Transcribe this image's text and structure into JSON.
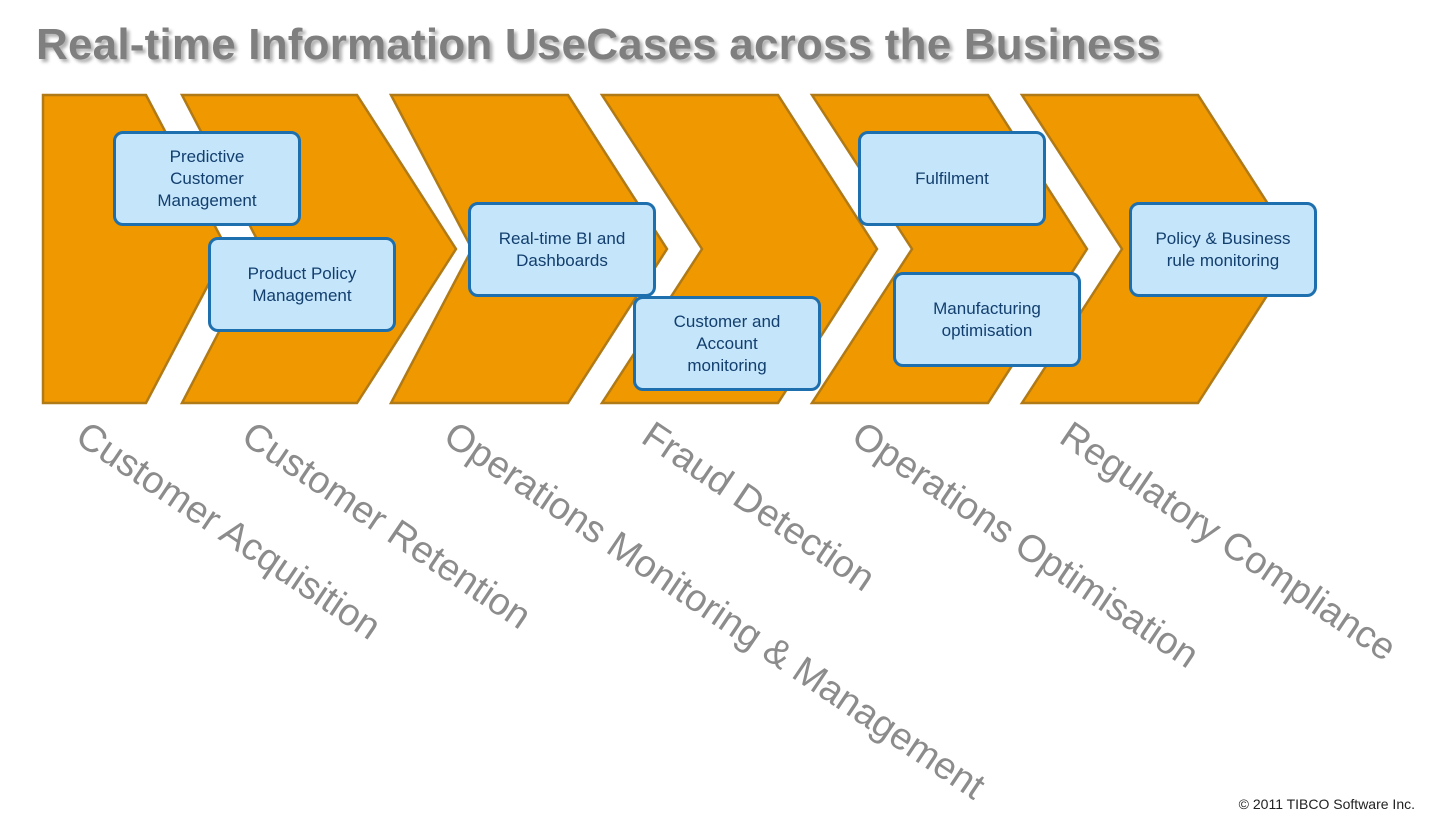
{
  "title": "Real-time Information UseCases across the Business",
  "colors": {
    "chevron_fill": "#f09800",
    "chevron_stroke": "#b07a16",
    "box_fill": "#c5e5fb",
    "box_border": "#1e6fae",
    "box_text": "#123f6e",
    "category_text": "#8c8c8c",
    "title_text": "#7f7f7f"
  },
  "categories": [
    "Customer Acquisition",
    "Customer Retention",
    "Operations Monitoring & Management",
    "Fraud Detection",
    "Operations Optimisation",
    "Regulatory Compliance"
  ],
  "use_cases": [
    {
      "lines": [
        "Predictive",
        "Customer",
        "Management"
      ]
    },
    {
      "lines": [
        "Product Policy",
        "Management"
      ]
    },
    {
      "lines": [
        "Real-time BI and",
        "Dashboards"
      ]
    },
    {
      "lines": [
        "Customer and",
        "Account",
        "monitoring"
      ]
    },
    {
      "lines": [
        "Fulfilment"
      ]
    },
    {
      "lines": [
        "Manufacturing",
        "optimisation"
      ]
    },
    {
      "lines": [
        "Policy & Business",
        "rule monitoring"
      ]
    }
  ],
  "copyright": "© 2011 TIBCO Software Inc."
}
